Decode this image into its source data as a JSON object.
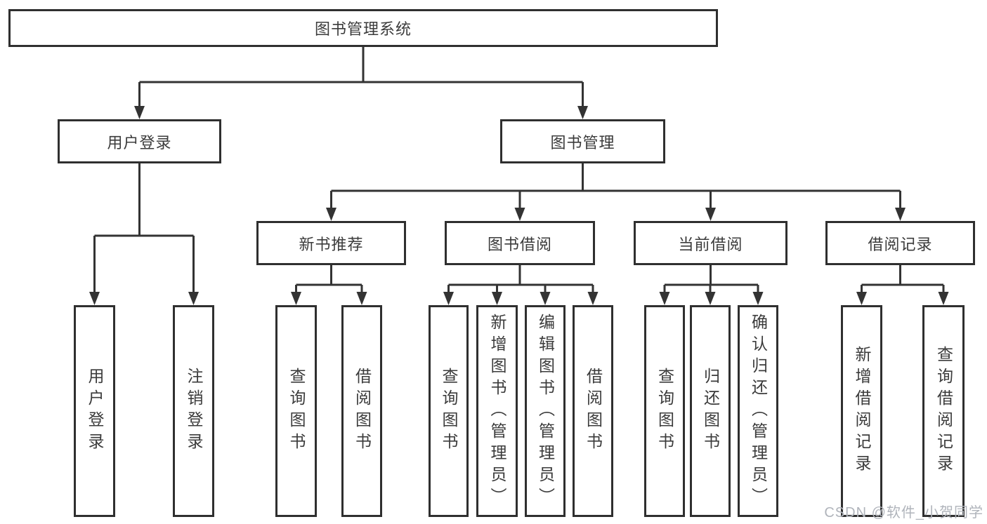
{
  "colors": {
    "background": "#ffffff",
    "line": "#333333",
    "box_border": "#2f2f2f",
    "text": "#3b3b3b",
    "watermark": "#b0b4bb"
  },
  "watermark": {
    "text": "CSDN @软件_小贺同学"
  },
  "tree": {
    "root": {
      "label": "图书管理系统"
    },
    "level2": [
      {
        "label": "用户登录"
      },
      {
        "label": "图书管理"
      }
    ],
    "level3": [
      {
        "label": "新书推荐",
        "parent": "图书管理"
      },
      {
        "label": "图书借阅",
        "parent": "图书管理"
      },
      {
        "label": "当前借阅",
        "parent": "图书管理"
      },
      {
        "label": "借阅记录",
        "parent": "图书管理"
      }
    ],
    "leaves": [
      {
        "label": "用户登录",
        "parent": "用户登录"
      },
      {
        "label": "注销登录",
        "parent": "用户登录"
      },
      {
        "label": "查询图书",
        "parent": "新书推荐"
      },
      {
        "label": "借阅图书",
        "parent": "新书推荐"
      },
      {
        "label": "查询图书",
        "parent": "图书借阅"
      },
      {
        "label": "新增图书（管理员）",
        "parent": "图书借阅"
      },
      {
        "label": "编辑图书（管理员）",
        "parent": "图书借阅"
      },
      {
        "label": "借阅图书",
        "parent": "图书借阅"
      },
      {
        "label": "查询图书",
        "parent": "当前借阅"
      },
      {
        "label": "归还图书",
        "parent": "当前借阅"
      },
      {
        "label": "确认归还（管理员）",
        "parent": "当前借阅"
      },
      {
        "label": "新增借阅记录",
        "parent": "借阅记录"
      },
      {
        "label": "查询借阅记录",
        "parent": "借阅记录"
      }
    ]
  }
}
